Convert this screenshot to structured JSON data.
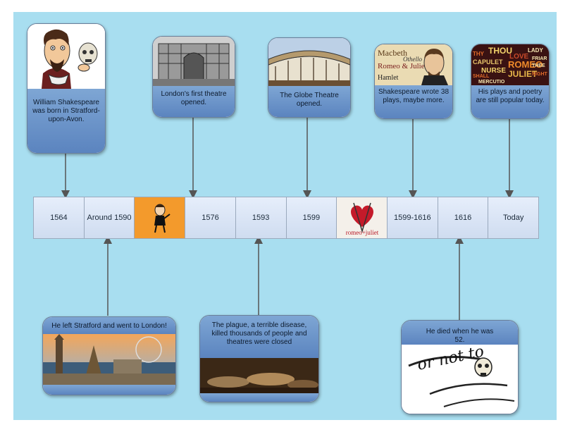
{
  "cards_top": [
    {
      "id": "born",
      "text": "William Shakespeare was born in Stratford-upon-Avon."
    },
    {
      "id": "theatre",
      "text": "London's first theatre opened."
    },
    {
      "id": "globe",
      "text": "The Globe Theatre opened."
    },
    {
      "id": "plays",
      "text": "Shakespeare wrote 38 plays, maybe more."
    },
    {
      "id": "today",
      "text": "His plays and poetry  are still popular today."
    }
  ],
  "cards_bottom": [
    {
      "id": "london",
      "text": "He left Stratford and went to London!"
    },
    {
      "id": "plague",
      "text": "The plague, a terrible disease, killed thousands of people and theatres were closed"
    },
    {
      "id": "died",
      "text": "He died when he was 52."
    }
  ],
  "timeline": [
    {
      "label": "1564"
    },
    {
      "label": "Around 1590"
    },
    {
      "label": "",
      "image": "shakespeare-cartoon"
    },
    {
      "label": "1576"
    },
    {
      "label": "1593"
    },
    {
      "label": "1599"
    },
    {
      "label": "",
      "image": "romeo-juliet-logo"
    },
    {
      "label": "1599-1616"
    },
    {
      "label": "1616"
    },
    {
      "label": "Today"
    }
  ],
  "decor": {
    "romeo_logo_text": "romeo+juliet",
    "plays_titles": [
      "Macbeth",
      "Romeo & Juliet",
      "Othello",
      "Hamlet"
    ],
    "word_cloud": [
      "THOU",
      "THY",
      "LADY",
      "CAPULET",
      "ROMEO",
      "JULIET",
      "LOVE",
      "FRIAR",
      "MERCUTIO",
      "THEE",
      "NIGHT",
      "NURSE",
      "SHALL"
    ],
    "quote": "or not to",
    "colors": {
      "background": "#a8def0",
      "band": "#6b93c9",
      "cell": "#dbe5f5",
      "accent": "#f39a2c"
    }
  }
}
